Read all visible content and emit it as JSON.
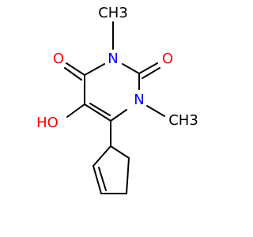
{
  "molecule": {
    "atoms": {
      "o_carbonyl_left": "O",
      "o_carbonyl_right": "O",
      "n_top": "N",
      "n_bottom": "N",
      "methyl_top": "CH3",
      "methyl_bottom": "CH3",
      "hydroxyl": "HO"
    },
    "colors": {
      "oxygen": "#ff0000",
      "nitrogen": "#0000ff",
      "carbon": "#000000",
      "background": "#ffffff"
    }
  }
}
